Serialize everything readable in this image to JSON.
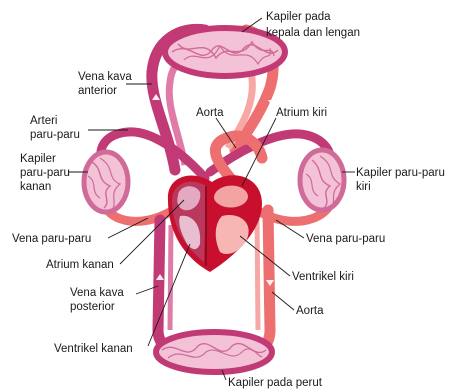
{
  "labels": {
    "kapiler_kepala_l1": "Kapiler pada",
    "kapiler_kepala_l2": "kepala dan lengan",
    "vena_kava_anterior_l1": "Vena kava",
    "vena_kava_anterior_l2": "anterior",
    "arteri_paru_l1": "Arteri",
    "arteri_paru_l2": "paru-paru",
    "aorta_top": "Aorta",
    "atrium_kiri": "Atrium kiri",
    "kapiler_paru_kanan_l1": "Kapiler",
    "kapiler_paru_kanan_l2": "paru-paru",
    "kapiler_paru_kanan_l3": "kanan",
    "kapiler_paru_kiri_l1": "Kapiler paru-paru",
    "kapiler_paru_kiri_l2": "kiri",
    "vena_paru_left": "Vena paru-paru",
    "vena_paru_right": "Vena paru-paru",
    "atrium_kanan": "Atrium kanan",
    "ventrikel_kiri": "Ventrikel kiri",
    "vena_kava_posterior_l1": "Vena kava",
    "vena_kava_posterior_l2": "posterior",
    "aorta_bottom": "Aorta",
    "ventrikel_kanan": "Ventrikel kanan",
    "kapiler_perut": "Kapiler pada perut"
  },
  "colors": {
    "oxygen_poor": "#c13a76",
    "oxygen_poor_light": "#e07aa6",
    "oxygen_rich": "#ee6f6f",
    "oxygen_rich_light": "#f7a7a4",
    "heart_dark": "#c8102e",
    "heart_mid": "#e8374b",
    "capillary": "#d06a98"
  }
}
